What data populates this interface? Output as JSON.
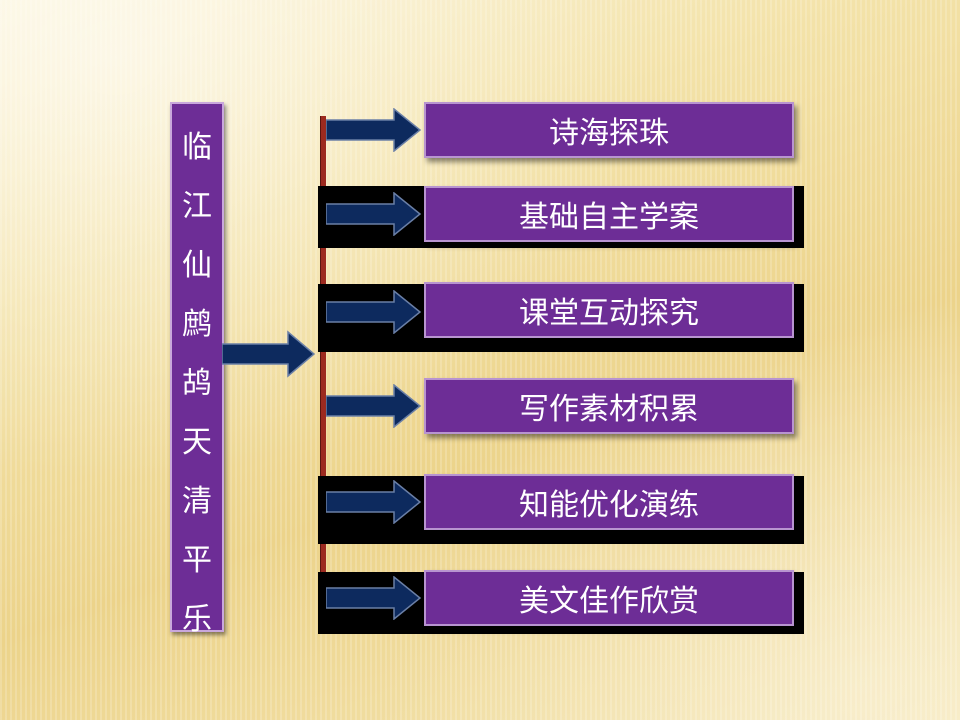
{
  "title": {
    "chars": [
      "临",
      "江",
      "仙",
      "鹧",
      "鸪",
      "天",
      "清",
      "平",
      "乐"
    ]
  },
  "items": [
    {
      "label": "诗海探珠"
    },
    {
      "label": "基础自主学案"
    },
    {
      "label": "课堂互动探究"
    },
    {
      "label": "写作素材积累"
    },
    {
      "label": "知能优化演练"
    },
    {
      "label": "美文佳作欣赏"
    }
  ],
  "colors": {
    "box_fill": "#6d2d96",
    "arrow_fill": "#0d2a5e",
    "spine": "#9c2a1f"
  },
  "icons": {
    "main_arrow": "right-arrow-icon",
    "item_arrow": "right-arrow-icon"
  }
}
